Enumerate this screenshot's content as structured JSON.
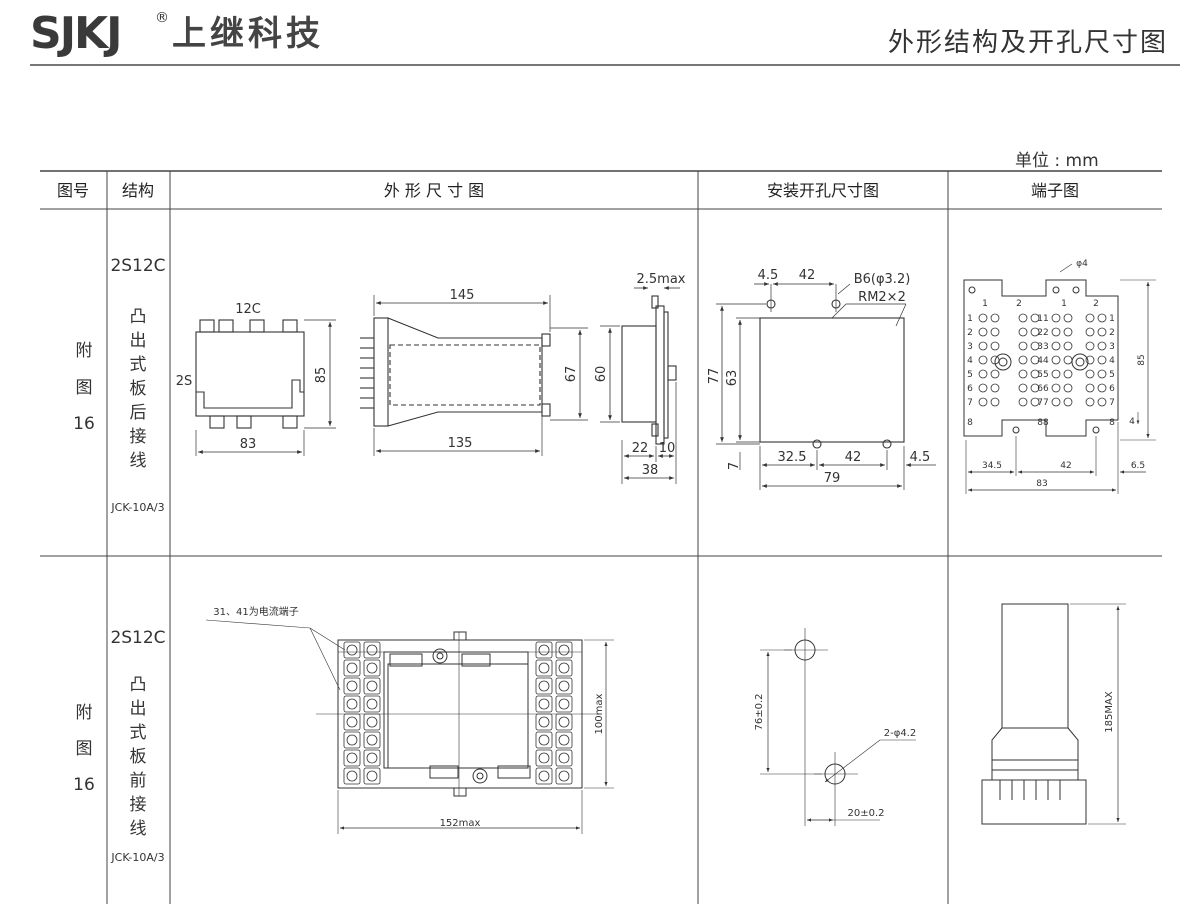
{
  "header": {
    "brand": "SJKJ",
    "brand_reg": "®",
    "brand_cn": "上继科技",
    "page_title": "外形结构及开孔尺寸图"
  },
  "unit_label": "单位 : mm",
  "table": {
    "columns": [
      "图号",
      "结构",
      "外 形 尺 寸 图",
      "安装开孔尺寸图",
      "端子图"
    ]
  },
  "rows": [
    {
      "figure_no": [
        "附",
        "图",
        "16"
      ],
      "model": "2S12C",
      "structure": [
        "凸",
        "出",
        "式",
        "板",
        "后",
        "接",
        "线"
      ],
      "type": "JCK-10A/3",
      "outline": {
        "front_labels": [
          "12C",
          "2S"
        ],
        "front_dims": [
          "85",
          "83"
        ],
        "side_dims": [
          "145",
          "67",
          "135"
        ],
        "end_dims": [
          "2.5max",
          "60",
          "22",
          "10",
          "38"
        ]
      },
      "cutout": {
        "dims": [
          "4.5",
          "42",
          "77",
          "63",
          "7",
          "32.5",
          "42",
          "4.5",
          "79"
        ],
        "notes": [
          "B6(φ3.2)",
          "RM2×2"
        ]
      },
      "terminal": {
        "hole": "φ4",
        "top_numbers": [
          "1",
          "2",
          "1",
          "2"
        ],
        "left_numbers": [
          "1",
          "2",
          "3",
          "4",
          "5",
          "6",
          "7",
          "8"
        ],
        "right_numbers": [
          "1",
          "2",
          "3",
          "4",
          "5",
          "6",
          "7",
          "8"
        ],
        "mid_numbers": [
          "11",
          "22",
          "33",
          "44",
          "55",
          "66",
          "77",
          "88"
        ],
        "dims": [
          "85",
          "4",
          "34.5",
          "42",
          "6.5",
          "83"
        ]
      }
    },
    {
      "figure_no": [
        "附",
        "图",
        "16"
      ],
      "model": "2S12C",
      "structure": [
        "凸",
        "出",
        "式",
        "板",
        "前",
        "接",
        "线"
      ],
      "type": "JCK-10A/3",
      "outline": {
        "note": "31、41为电流端子",
        "dims": [
          "100max",
          "152max"
        ]
      },
      "cutout": {
        "dims": [
          "76±0.2",
          "20±0.2"
        ],
        "note": "2-φ4.2"
      },
      "terminal": {
        "dims": [
          "185MAX"
        ]
      }
    }
  ]
}
